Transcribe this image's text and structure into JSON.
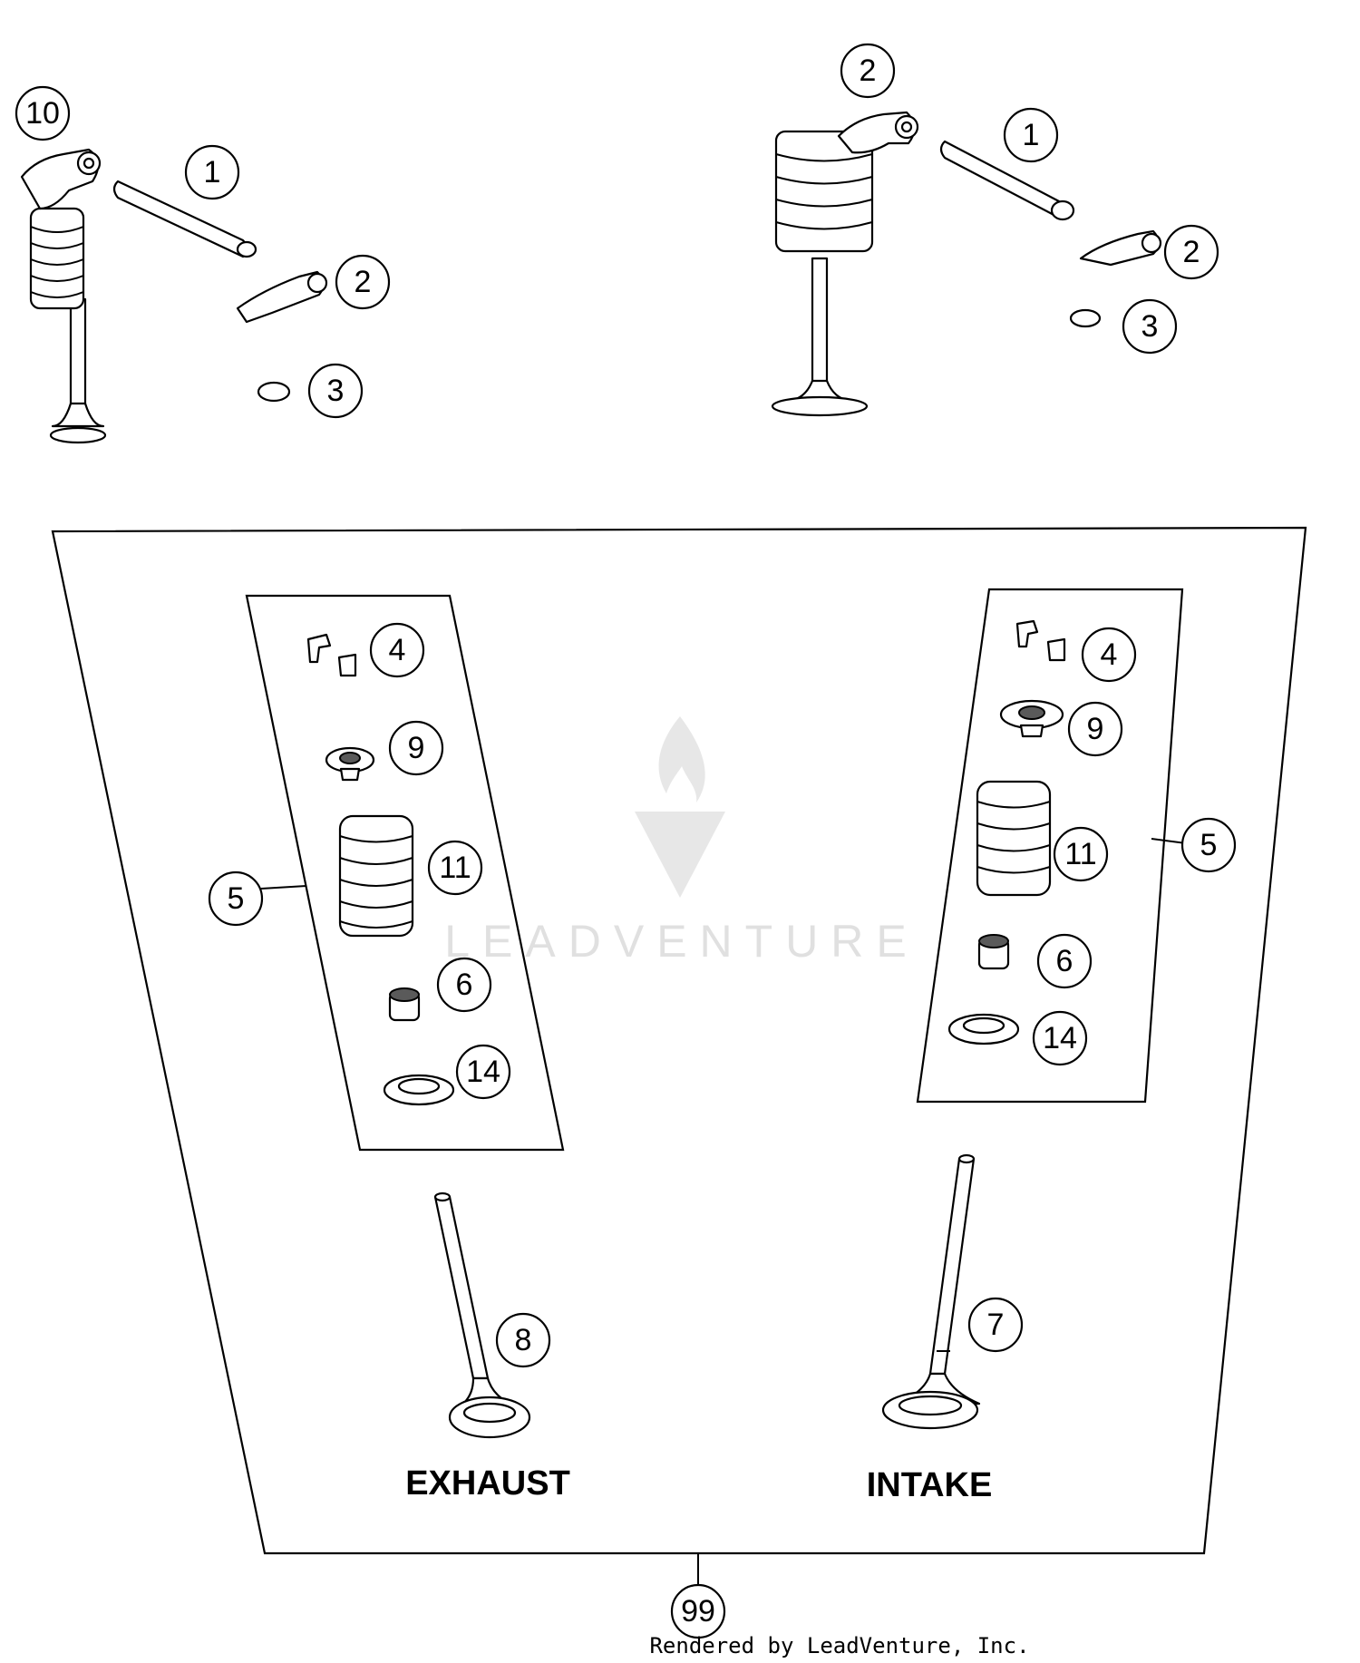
{
  "callouts": {
    "c10": "10",
    "c1a": "1",
    "c2a": "2",
    "c3a": "3",
    "c2b": "2",
    "c1b": "1",
    "c2c": "2",
    "c3b": "3",
    "c4a": "4",
    "c9a": "9",
    "c11a": "11",
    "c5a": "5",
    "c6a": "6",
    "c14a": "14",
    "c4b": "4",
    "c9b": "9",
    "c11b": "11",
    "c5b": "5",
    "c6b": "6",
    "c14b": "14",
    "c8": "8",
    "c7": "7",
    "c99": "99"
  },
  "labels": {
    "exhaust": "EXHAUST",
    "intake": "INTAKE"
  },
  "watermark": "LEADVENTURE",
  "footer": "Rendered by LeadVenture, Inc."
}
